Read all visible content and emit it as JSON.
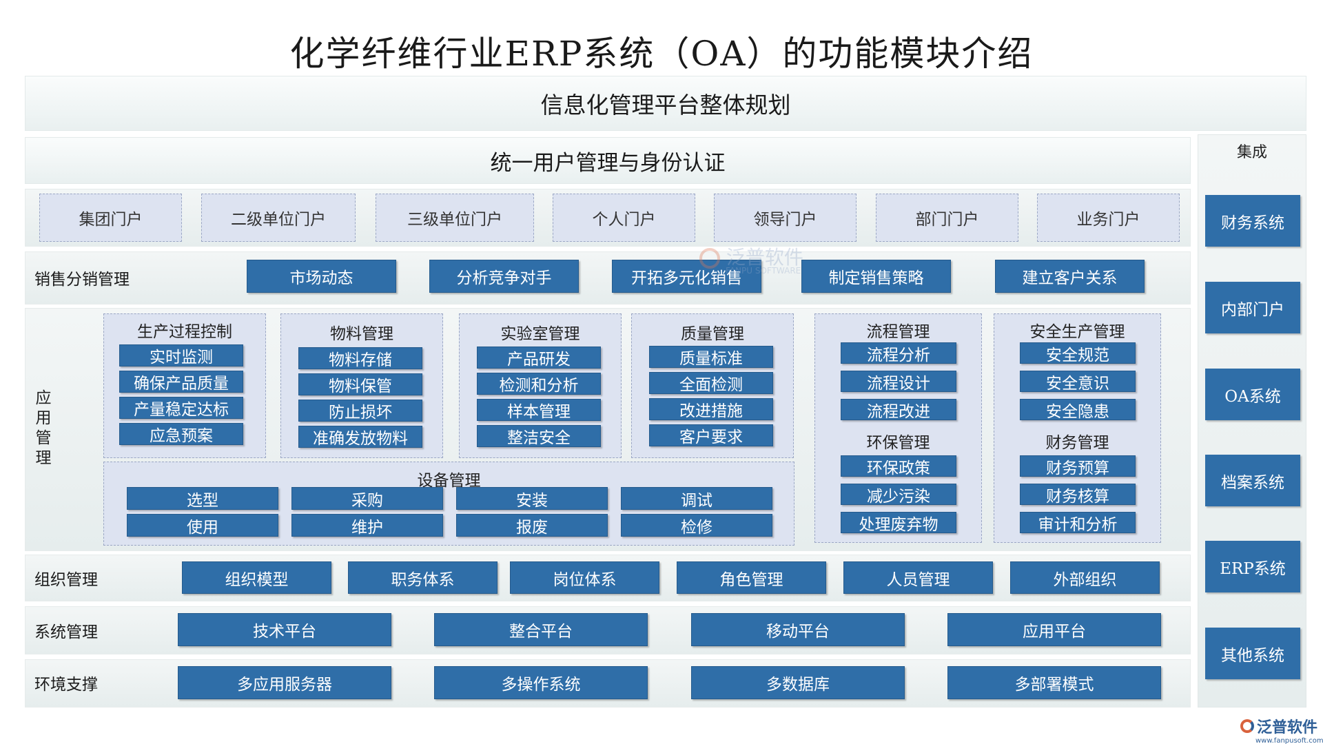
{
  "title": "化学纤维行业ERP系统（OA）的功能模块介绍",
  "platform_band": "信息化管理平台整体规划",
  "auth_band": "统一用户管理与身份认证",
  "portals": [
    "集团门户",
    "二级单位门户",
    "三级单位门户",
    "个人门户",
    "领导门户",
    "部门门户",
    "业务门户"
  ],
  "sales": {
    "label": "销售分销管理",
    "items": [
      "市场动态",
      "分析竞争对手",
      "开拓多元化销售",
      "制定销售策略",
      "建立客户关系"
    ]
  },
  "app": {
    "label": "应\n用\n管\n理",
    "label_chars": [
      "应",
      "用",
      "管",
      "理"
    ],
    "production": {
      "title": "生产过程控制",
      "items": [
        "实时监测",
        "确保产品质量",
        "产量稳定达标",
        "应急预案"
      ]
    },
    "material": {
      "title": "物料管理",
      "items": [
        "物料存储",
        "物料保管",
        "防止损坏",
        "准确发放物料"
      ]
    },
    "lab": {
      "title": "实验室管理",
      "items": [
        "产品研发",
        "检测和分析",
        "样本管理",
        "整洁安全"
      ]
    },
    "quality": {
      "title": "质量管理",
      "items": [
        "质量标准",
        "全面检测",
        "改进措施",
        "客户要求"
      ]
    },
    "equipment": {
      "title": "设备管理",
      "items": [
        "选型",
        "采购",
        "安装",
        "调试",
        "使用",
        "维护",
        "报废",
        "检修"
      ]
    },
    "process": {
      "title": "流程管理",
      "items": [
        "流程分析",
        "流程设计",
        "流程改进"
      ]
    },
    "env": {
      "title": "环保管理",
      "items": [
        "环保政策",
        "减少污染",
        "处理废弃物"
      ]
    },
    "safety": {
      "title": "安全生产管理",
      "items": [
        "安全规范",
        "安全意识",
        "安全隐患"
      ]
    },
    "finance": {
      "title": "财务管理",
      "items": [
        "财务预算",
        "财务核算",
        "审计和分析"
      ]
    }
  },
  "org": {
    "label": "组织管理",
    "items": [
      "组织模型",
      "职务体系",
      "岗位体系",
      "角色管理",
      "人员管理",
      "外部组织"
    ]
  },
  "sys": {
    "label": "系统管理",
    "items": [
      "技术平台",
      "整合平台",
      "移动平台",
      "应用平台"
    ]
  },
  "env_support": {
    "label": "环境支撑",
    "items": [
      "多应用服务器",
      "多操作系统",
      "多数据库",
      "多部署模式"
    ]
  },
  "integration": {
    "title": "集成",
    "items": [
      "财务系统",
      "内部门户",
      "OA系统",
      "档案系统",
      "ERP系统",
      "其他系统"
    ]
  },
  "watermark": {
    "cn": "泛普软件",
    "en": "FANPU SOFTWARE"
  },
  "logo": {
    "name": "泛普软件",
    "url": "www.fanpusoft.com"
  },
  "colors": {
    "button": "#2f6ea8",
    "panel": "#dde3f1",
    "band": "#eef3f3"
  }
}
